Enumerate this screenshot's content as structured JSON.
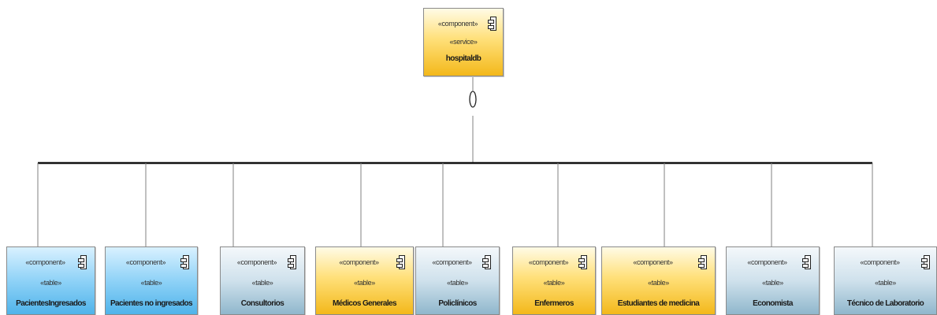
{
  "diagram": {
    "root": {
      "stereotype_component": "«component»",
      "stereotype_kind": "«service»",
      "name": "hospitaldb",
      "color": "yellow"
    },
    "children": [
      {
        "stereotype_component": "«component»",
        "stereotype_kind": "«table»",
        "name": "PacientesIngresados",
        "color": "blue"
      },
      {
        "stereotype_component": "«component»",
        "stereotype_kind": "«table»",
        "name": "Pacientes no ingresados",
        "color": "blue"
      },
      {
        "stereotype_component": "«component»",
        "stereotype_kind": "«table»",
        "name": "Consultorios",
        "color": "steel"
      },
      {
        "stereotype_component": "«component»",
        "stereotype_kind": "«table»",
        "name": "Médicos Generales",
        "color": "yellow"
      },
      {
        "stereotype_component": "«component»",
        "stereotype_kind": "«table»",
        "name": "Policlínicos",
        "color": "steel"
      },
      {
        "stereotype_component": "«component»",
        "stereotype_kind": "«table»",
        "name": "Enfermeros",
        "color": "yellow"
      },
      {
        "stereotype_component": "«component»",
        "stereotype_kind": "«table»",
        "name": "Estudiantes de medicina",
        "color": "yellow"
      },
      {
        "stereotype_component": "«component»",
        "stereotype_kind": "«table»",
        "name": "Economista",
        "color": "steel"
      },
      {
        "stereotype_component": "«component»",
        "stereotype_kind": "«table»",
        "name": "Técnico de Laboratorio",
        "color": "steel"
      }
    ],
    "colors": {
      "yellow": "#f7c640",
      "blue": "#7cc9f2",
      "steel": "#b9d2e0",
      "wire": "#808080",
      "bus": "#111111"
    }
  }
}
